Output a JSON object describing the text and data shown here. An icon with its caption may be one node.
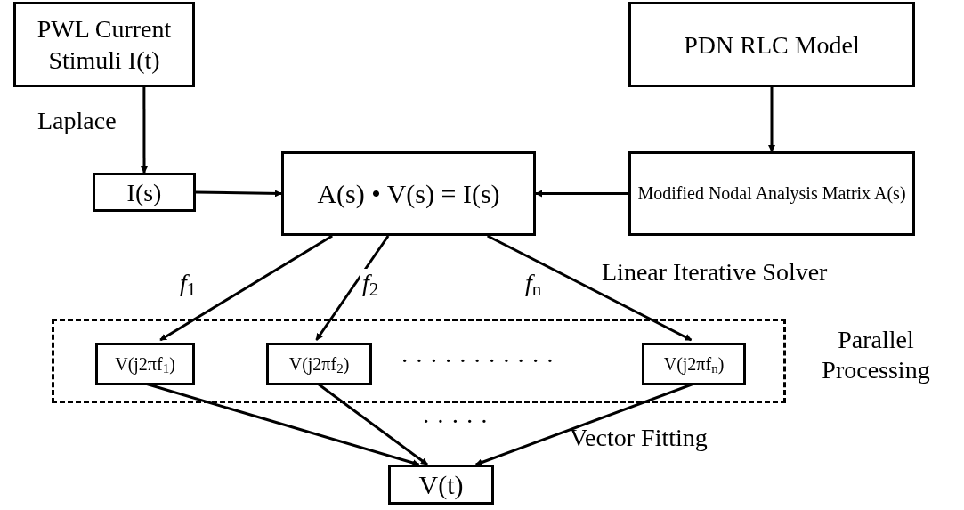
{
  "diagram": {
    "nodes": [
      {
        "text": [
          "PWL Current Stimuli I(t)"
        ]
      },
      {
        "text": [
          "PDN RLC Model"
        ]
      },
      {
        "text": [
          "I(s)"
        ]
      },
      {
        "text": [
          "A(s) • V(s) = I(s)"
        ]
      },
      {
        "text": [
          "Modified Nodal Analysis Matrix A(s)"
        ]
      },
      {
        "text": [],
        "shape": "box",
        "beside": [
          "Parallel Processing"
        ]
      },
      {
        "text": [
          "V(j2πf$_{1}$)"
        ],
        "in": 5
      },
      {
        "text": [
          "V(j2πf$_{2}$)"
        ],
        "in": 5
      },
      {
        "text": [
          "V(j2πf$_{n}$)"
        ],
        "in": 5
      },
      {
        "text": [
          "V(t)"
        ]
      }
    ],
    "edges": [
      {
        "from": 0,
        "to": 2,
        "arrow": "to",
        "label": "Laplace"
      },
      {
        "from": 1,
        "to": 4,
        "arrow": "to"
      },
      {
        "from": 2,
        "to": 3,
        "arrow": "to"
      },
      {
        "from": 4,
        "to": 3,
        "arrow": "to"
      },
      {
        "from": 3,
        "to": 6,
        "arrow": "to",
        "label": "*f*$_{1}$"
      },
      {
        "from": 3,
        "to": 7,
        "arrow": "to",
        "label": "*f*$_{2}$"
      },
      {
        "from": 3,
        "to": 8,
        "arrow": "to",
        "label": "*f*$_{n}$"
      },
      {
        "from": 6,
        "to": 9,
        "arrow": "to"
      },
      {
        "from": 7,
        "to": 9,
        "arrow": "to"
      },
      {
        "from": 8,
        "to": 9,
        "arrow": "to"
      }
    ],
    "labels": [
      "Linear Iterative Solver",
      "· · · · · · · · · · ·",
      "· · · · ·",
      "Vector Fitting"
    ]
  }
}
